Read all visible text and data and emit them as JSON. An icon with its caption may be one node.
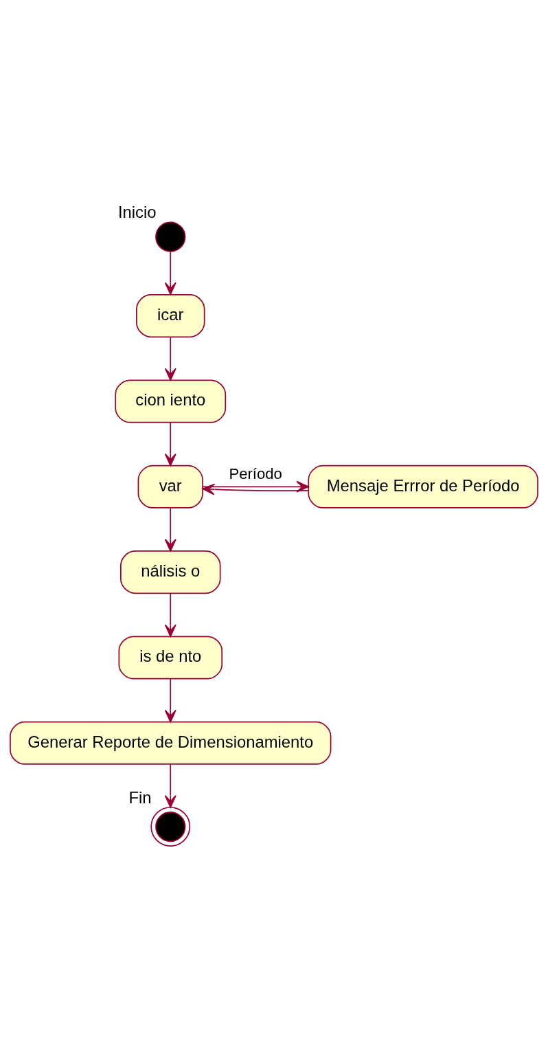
{
  "diagram": {
    "nodes": [
      {
        "text": [],
        "shape": "circle",
        "beside": [
          "Inicio"
        ]
      },
      {
        "text": [
          "icar"
        ]
      },
      {
        "text": [
          "cion iento"
        ]
      },
      {
        "text": [
          "var"
        ]
      },
      {
        "text": [
          "Mensaje Errror de Período"
        ]
      },
      {
        "text": [
          "nálisis o"
        ]
      },
      {
        "text": [
          "is de nto"
        ]
      },
      {
        "text": [
          "Generar Reporte de Dimensionamiento"
        ]
      },
      {
        "text": [],
        "shape": "circle",
        "beside": [
          "Fin"
        ]
      }
    ],
    "edges": [
      {
        "from": 0,
        "to": 1,
        "arrow": "to"
      },
      {
        "from": 1,
        "to": 2,
        "arrow": "to"
      },
      {
        "from": 2,
        "to": 3,
        "arrow": "to"
      },
      {
        "from": 3,
        "to": 4,
        "arrow": "to",
        "label": "Período"
      },
      {
        "from": 4,
        "to": 3,
        "arrow": "to"
      },
      {
        "from": 3,
        "to": 5,
        "arrow": "to"
      },
      {
        "from": 5,
        "to": 6,
        "arrow": "to"
      },
      {
        "from": 6,
        "to": 7,
        "arrow": "to"
      },
      {
        "from": 7,
        "to": 8,
        "arrow": "to"
      }
    ]
  }
}
